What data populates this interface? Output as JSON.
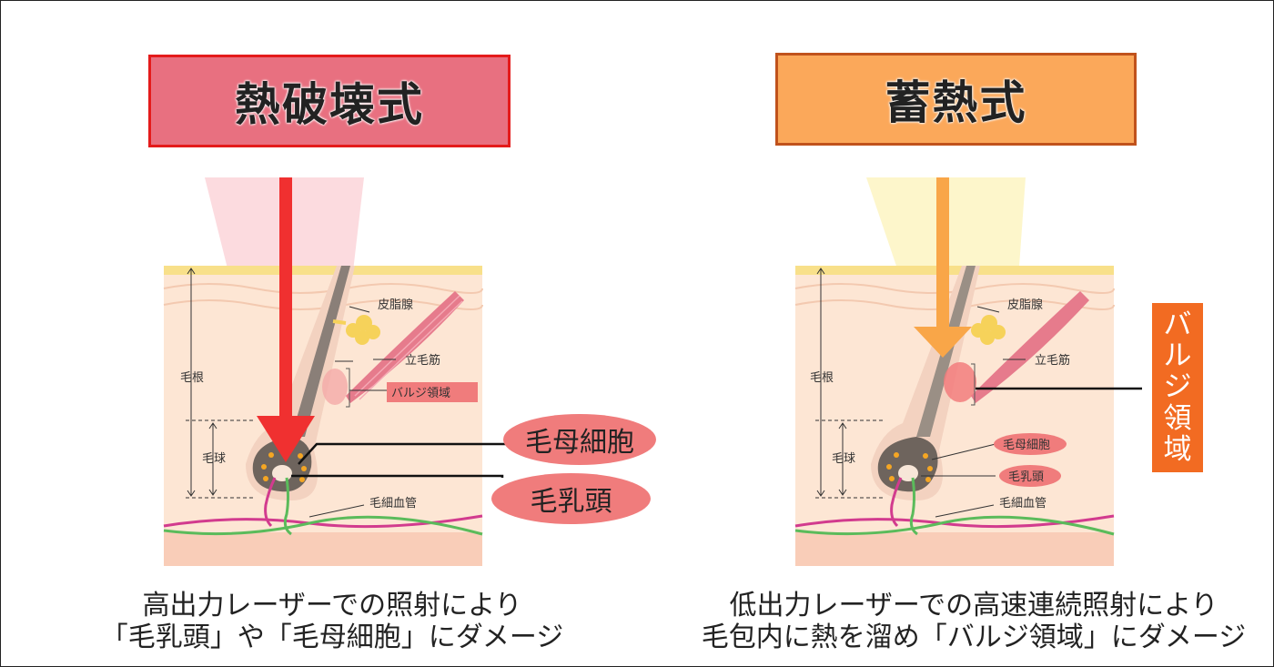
{
  "left": {
    "title": "熱破壊式",
    "labels": {
      "sebaceous": "皮脂腺",
      "arrector": "立毛筋",
      "bulge": "バルジ領域",
      "root": "毛根",
      "bulb": "毛球",
      "capillary": "毛細血管"
    },
    "pill_matrix": "毛母細胞",
    "pill_papilla": "毛乳頭",
    "caption_line1": "高出力レーザーでの照射により",
    "caption_line2": "「毛乳頭」や「毛母細胞」にダメージ"
  },
  "right": {
    "title": "蓄熱式",
    "labels": {
      "sebaceous": "皮脂腺",
      "arrector": "立毛筋",
      "root": "毛根",
      "bulb": "毛球",
      "matrix": "毛母細胞",
      "papilla": "毛乳頭",
      "capillary": "毛細血管"
    },
    "bulge_chars": [
      "バ",
      "ル",
      "ジ",
      "領",
      "域"
    ],
    "caption_line1": "低出力レーザーでの高速連続照射により",
    "caption_line2": "毛包内に熱を溜め「バルジ領域」にダメージ"
  },
  "colors": {
    "left_title_bg": "#e87080",
    "left_title_border": "#e41b1b",
    "right_title_bg": "#fba85a",
    "right_title_border": "#c0521c",
    "laser_left": "#f03030",
    "laser_right": "#f9a648",
    "pill": "#f07c7c",
    "bulge_box": "#f26b22"
  }
}
